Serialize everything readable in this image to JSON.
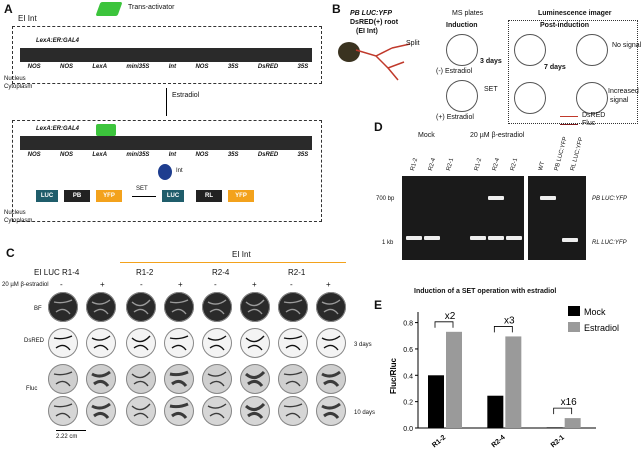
{
  "panels": {
    "A": "A",
    "B": "B",
    "C": "C",
    "D": "D",
    "E": "E"
  },
  "A": {
    "title": "EI Int",
    "trans_activator": "Trans-activator",
    "estradiol": "Estradiol",
    "nucleus": "Nucleus",
    "cytoplasm": "Cytoplasm",
    "nucleus2": "Nucleus",
    "cytoplasm2": "Cytoplasm",
    "lexa_er_gal4": "LexA:ER:GAL4",
    "lexa_er_gal4_2": "LexA:ER:GAL4",
    "row1": [
      "NOS",
      "NOS",
      "LexA",
      "mini35S",
      "Int",
      "NOS",
      "35S",
      "DsRED",
      "35S"
    ],
    "row2": [
      "NOS",
      "NOS",
      "LexA",
      "mini35S",
      "Int",
      "NOS",
      "35S",
      "DsRED",
      "35S"
    ],
    "int": "Int",
    "set": "SET",
    "luc": "LUC",
    "pb": "PB",
    "yfp": "YFP",
    "luc2": "LUC",
    "rl": "RL",
    "yfp2": "YFP"
  },
  "B": {
    "root_line1": "PB LUC:YFP",
    "root_line2": "DsRED(+) root",
    "root_line3": "(EI Int)",
    "split": "Split",
    "ms_plates": "MS plates",
    "induction": "Induction",
    "minus_estradiol": "(-) Estradiol",
    "plus_estradiol": "(+) Estradiol",
    "three_days": "3 days",
    "set": "SET",
    "imager": "Luminescence imager",
    "post_induction": "Post-induction",
    "seven_days": "7 days",
    "no_signal": "No signal",
    "increased": "Increased",
    "signal": "signal"
  },
  "C": {
    "ei_luc": "EI LUC R1-4",
    "ei_int": "EI Int",
    "groups": [
      "R1-2",
      "R2-4",
      "R2-1"
    ],
    "estradiol_label": "20 µM β-estradiol",
    "signs": [
      "-",
      "+",
      "-",
      "+",
      "-",
      "+",
      "-",
      "+"
    ],
    "rows": [
      "BF",
      "DsRED",
      "Fluc"
    ],
    "three_days": "3 days",
    "ten_days": "10 days",
    "scale": "2.22 cm"
  },
  "D": {
    "mock": "Mock",
    "estradiol": "20 µM β-estradiol",
    "lanes": [
      "R1-2",
      "R2-4",
      "R2-1",
      "R1-2",
      "R2-4",
      "R2-1",
      "WT",
      "PB LUC:YFP",
      "RL LUC:YFP"
    ],
    "bp700": "700 bp",
    "kb1": "1 kb",
    "pb_label": "PB LUC:YFP",
    "rl_label": "RL LUC:YFP",
    "legend": [
      "DsRED",
      "Fluc"
    ],
    "legend_colors": [
      "#c0392b",
      "#7b1a1a"
    ]
  },
  "chart_data": {
    "type": "bar",
    "title": "Induction of a SET operation  with estradiol",
    "xlabel": "",
    "ylabel": "Fluc/Rluc",
    "categories": [
      "R1-2",
      "R2-4",
      "R2-1"
    ],
    "series": [
      {
        "name": "Mock",
        "values": [
          0.4,
          0.245,
          0.005
        ],
        "color": "#000000"
      },
      {
        "name": "Estradiol",
        "values": [
          0.73,
          0.695,
          0.075
        ],
        "color": "#9a9a9a"
      }
    ],
    "ylim": [
      0,
      0.85
    ],
    "yticks": [
      "0.0",
      "0.2",
      "0.4",
      "0.6",
      "0.8"
    ],
    "annotations": [
      "x2",
      "x3",
      "x16"
    ],
    "legend_position": "top-right"
  }
}
